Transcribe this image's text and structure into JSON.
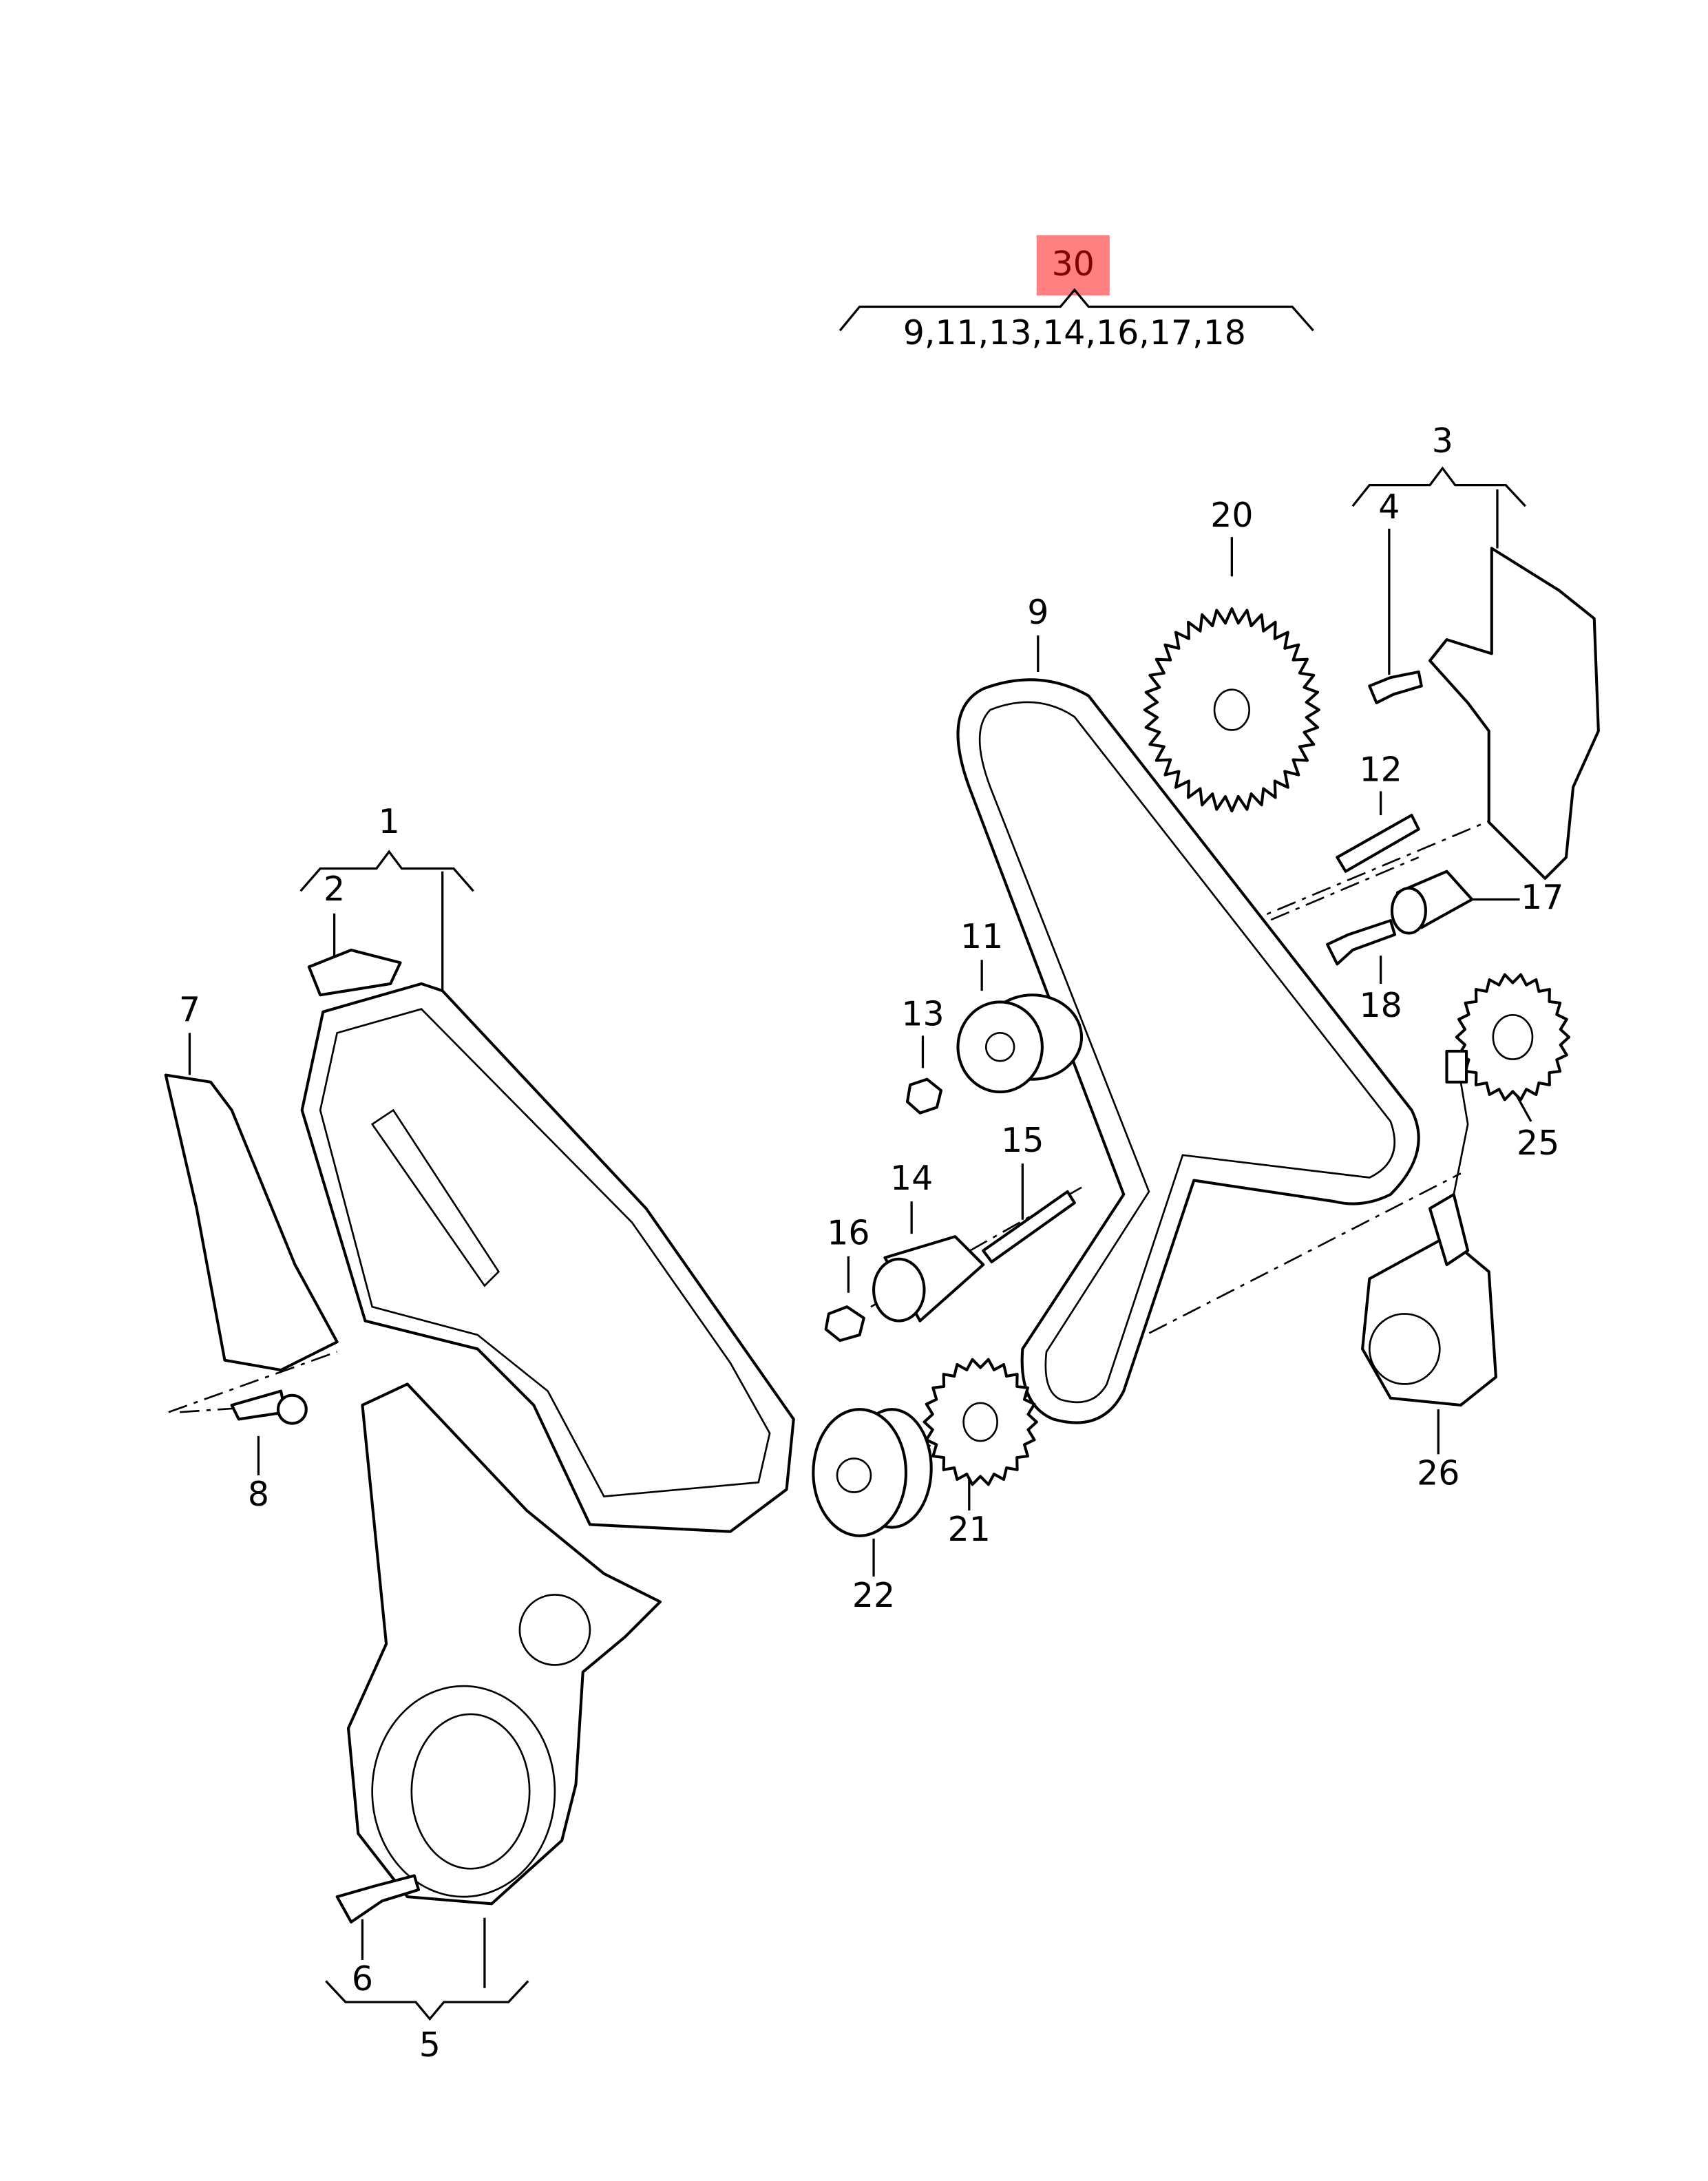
{
  "highlight": {
    "label": "30",
    "color": "#ff8080",
    "text_color": "#800000"
  },
  "kit_contents": "9,11,13,14,16,17,18",
  "callouts": {
    "c1": "1",
    "c2": "2",
    "c3": "3",
    "c4": "4",
    "c5": "5",
    "c6": "6",
    "c7": "7",
    "c8": "8",
    "c9": "9",
    "c11": "11",
    "c12": "12",
    "c13": "13",
    "c14": "14",
    "c15": "15",
    "c16": "16",
    "c17": "17",
    "c18": "18",
    "c20": "20",
    "c21": "21",
    "c22": "22",
    "c25": "25",
    "c26": "26"
  }
}
